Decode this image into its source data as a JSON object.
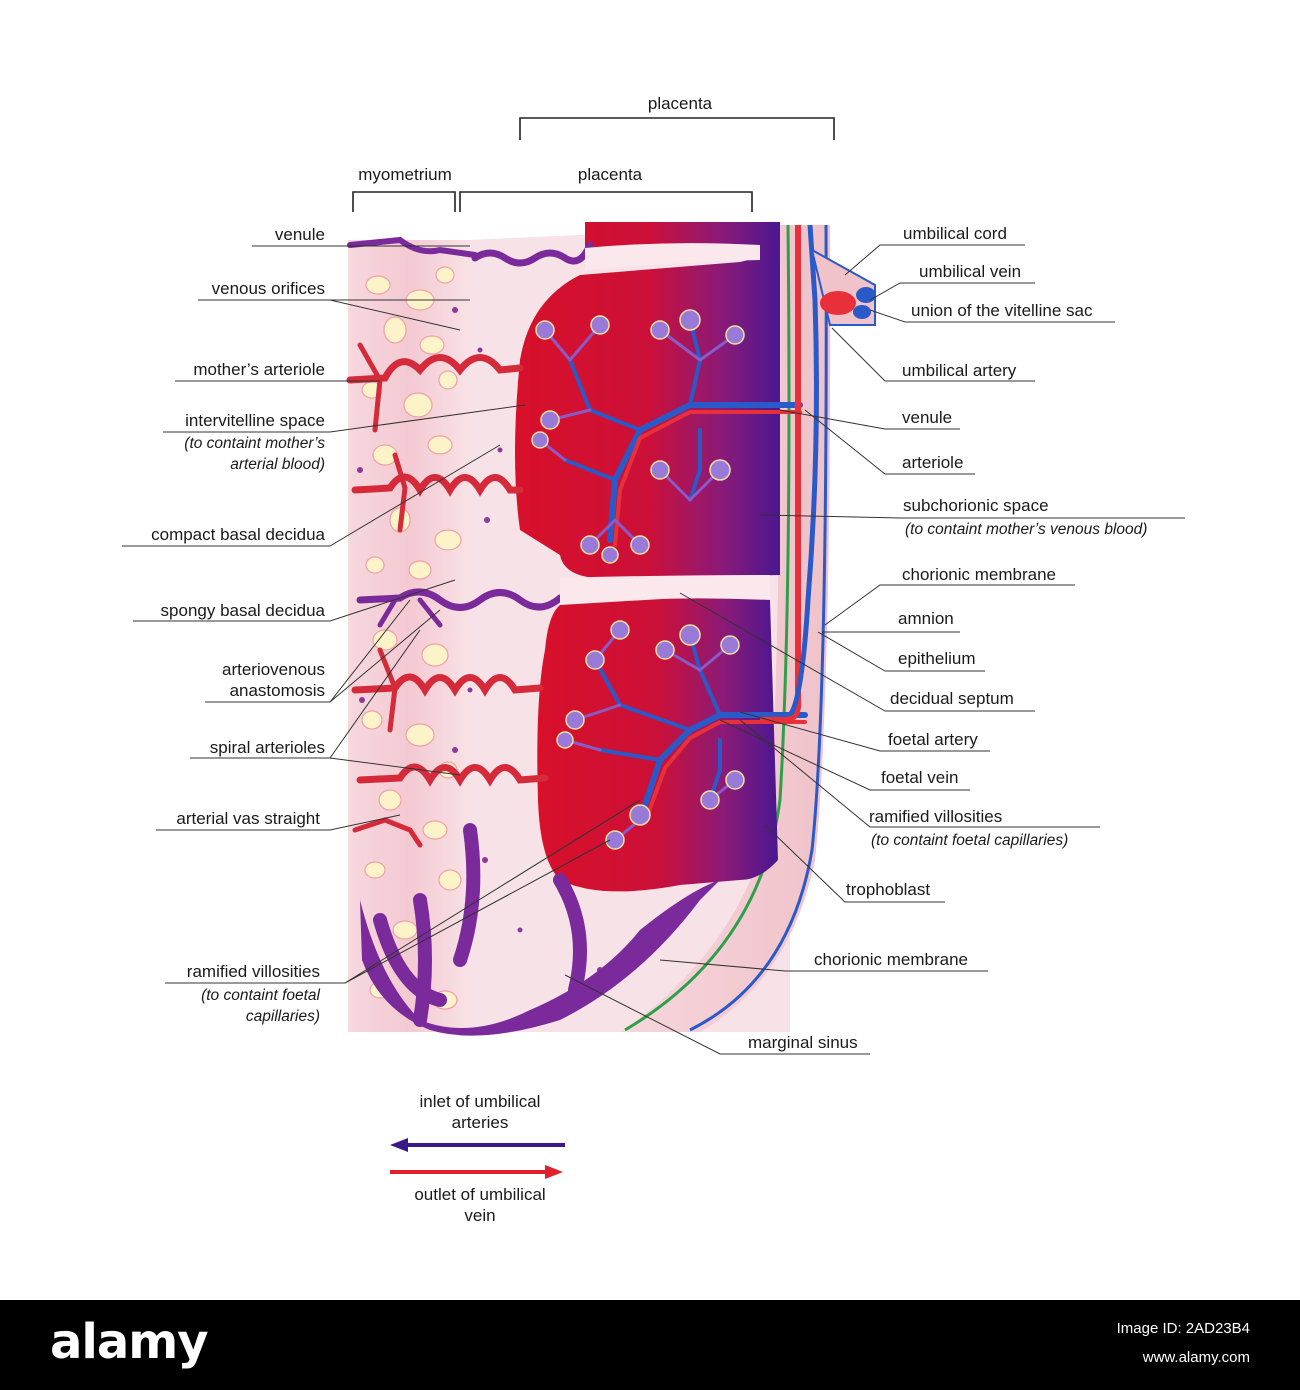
{
  "top_bracket": {
    "outer": "placenta",
    "myometrium": "myometrium",
    "inner": "placenta"
  },
  "left_labels": {
    "venule": "venule",
    "venous_orifices": "venous orifices",
    "mothers_arteriole": "mother’s arteriole",
    "intervitelline_space": "intervitelline space",
    "intervitelline_note_1": "(to containt mother’s",
    "intervitelline_note_2": "arterial blood)",
    "compact_basal_decidua": "compact basal decidua",
    "spongy_basal_decidua": "spongy basal decidua",
    "arteriovenous_1": "arteriovenous",
    "arteriovenous_2": "anastomosis",
    "spiral_arterioles": "spiral arterioles",
    "arterial_vas_straight": "arterial vas straight",
    "ramified_villosities": "ramified villosities",
    "ramified_note_1": "(to containt foetal",
    "ramified_note_2": "capillaries)"
  },
  "right_labels": {
    "umbilical_cord": "umbilical cord",
    "umbilical_vein": "umbilical vein",
    "union_vitelline_sac": "union of the vitelline sac",
    "umbilical_artery": "umbilical artery",
    "venule": "venule",
    "arteriole": "arteriole",
    "subchorionic_space": "subchorionic space",
    "subchorionic_note": "(to containt mother’s venous blood)",
    "chorionic_membrane": "chorionic membrane",
    "amnion": "amnion",
    "epithelium": "epithelium",
    "decidual_septum": "decidual septum",
    "foetal_artery": "foetal artery",
    "foetal_vein": "foetal vein",
    "ramified_villosities": "ramified villosities",
    "ramified_note": "(to containt foetal capillaries)",
    "trophoblast": "trophoblast",
    "chorionic_membrane_2": "chorionic membrane",
    "marginal_sinus": "marginal sinus"
  },
  "legend": {
    "inlet_1": "inlet of umbilical",
    "inlet_2": "arteries",
    "outlet_1": "outlet of umbilical",
    "outlet_2": "vein",
    "inlet_color": "#3a1a8a",
    "outlet_color": "#e0202a"
  },
  "watermark": {
    "logo": "alamy",
    "image_id": "Image ID: 2AD23B4",
    "site": "www.alamy.com"
  }
}
